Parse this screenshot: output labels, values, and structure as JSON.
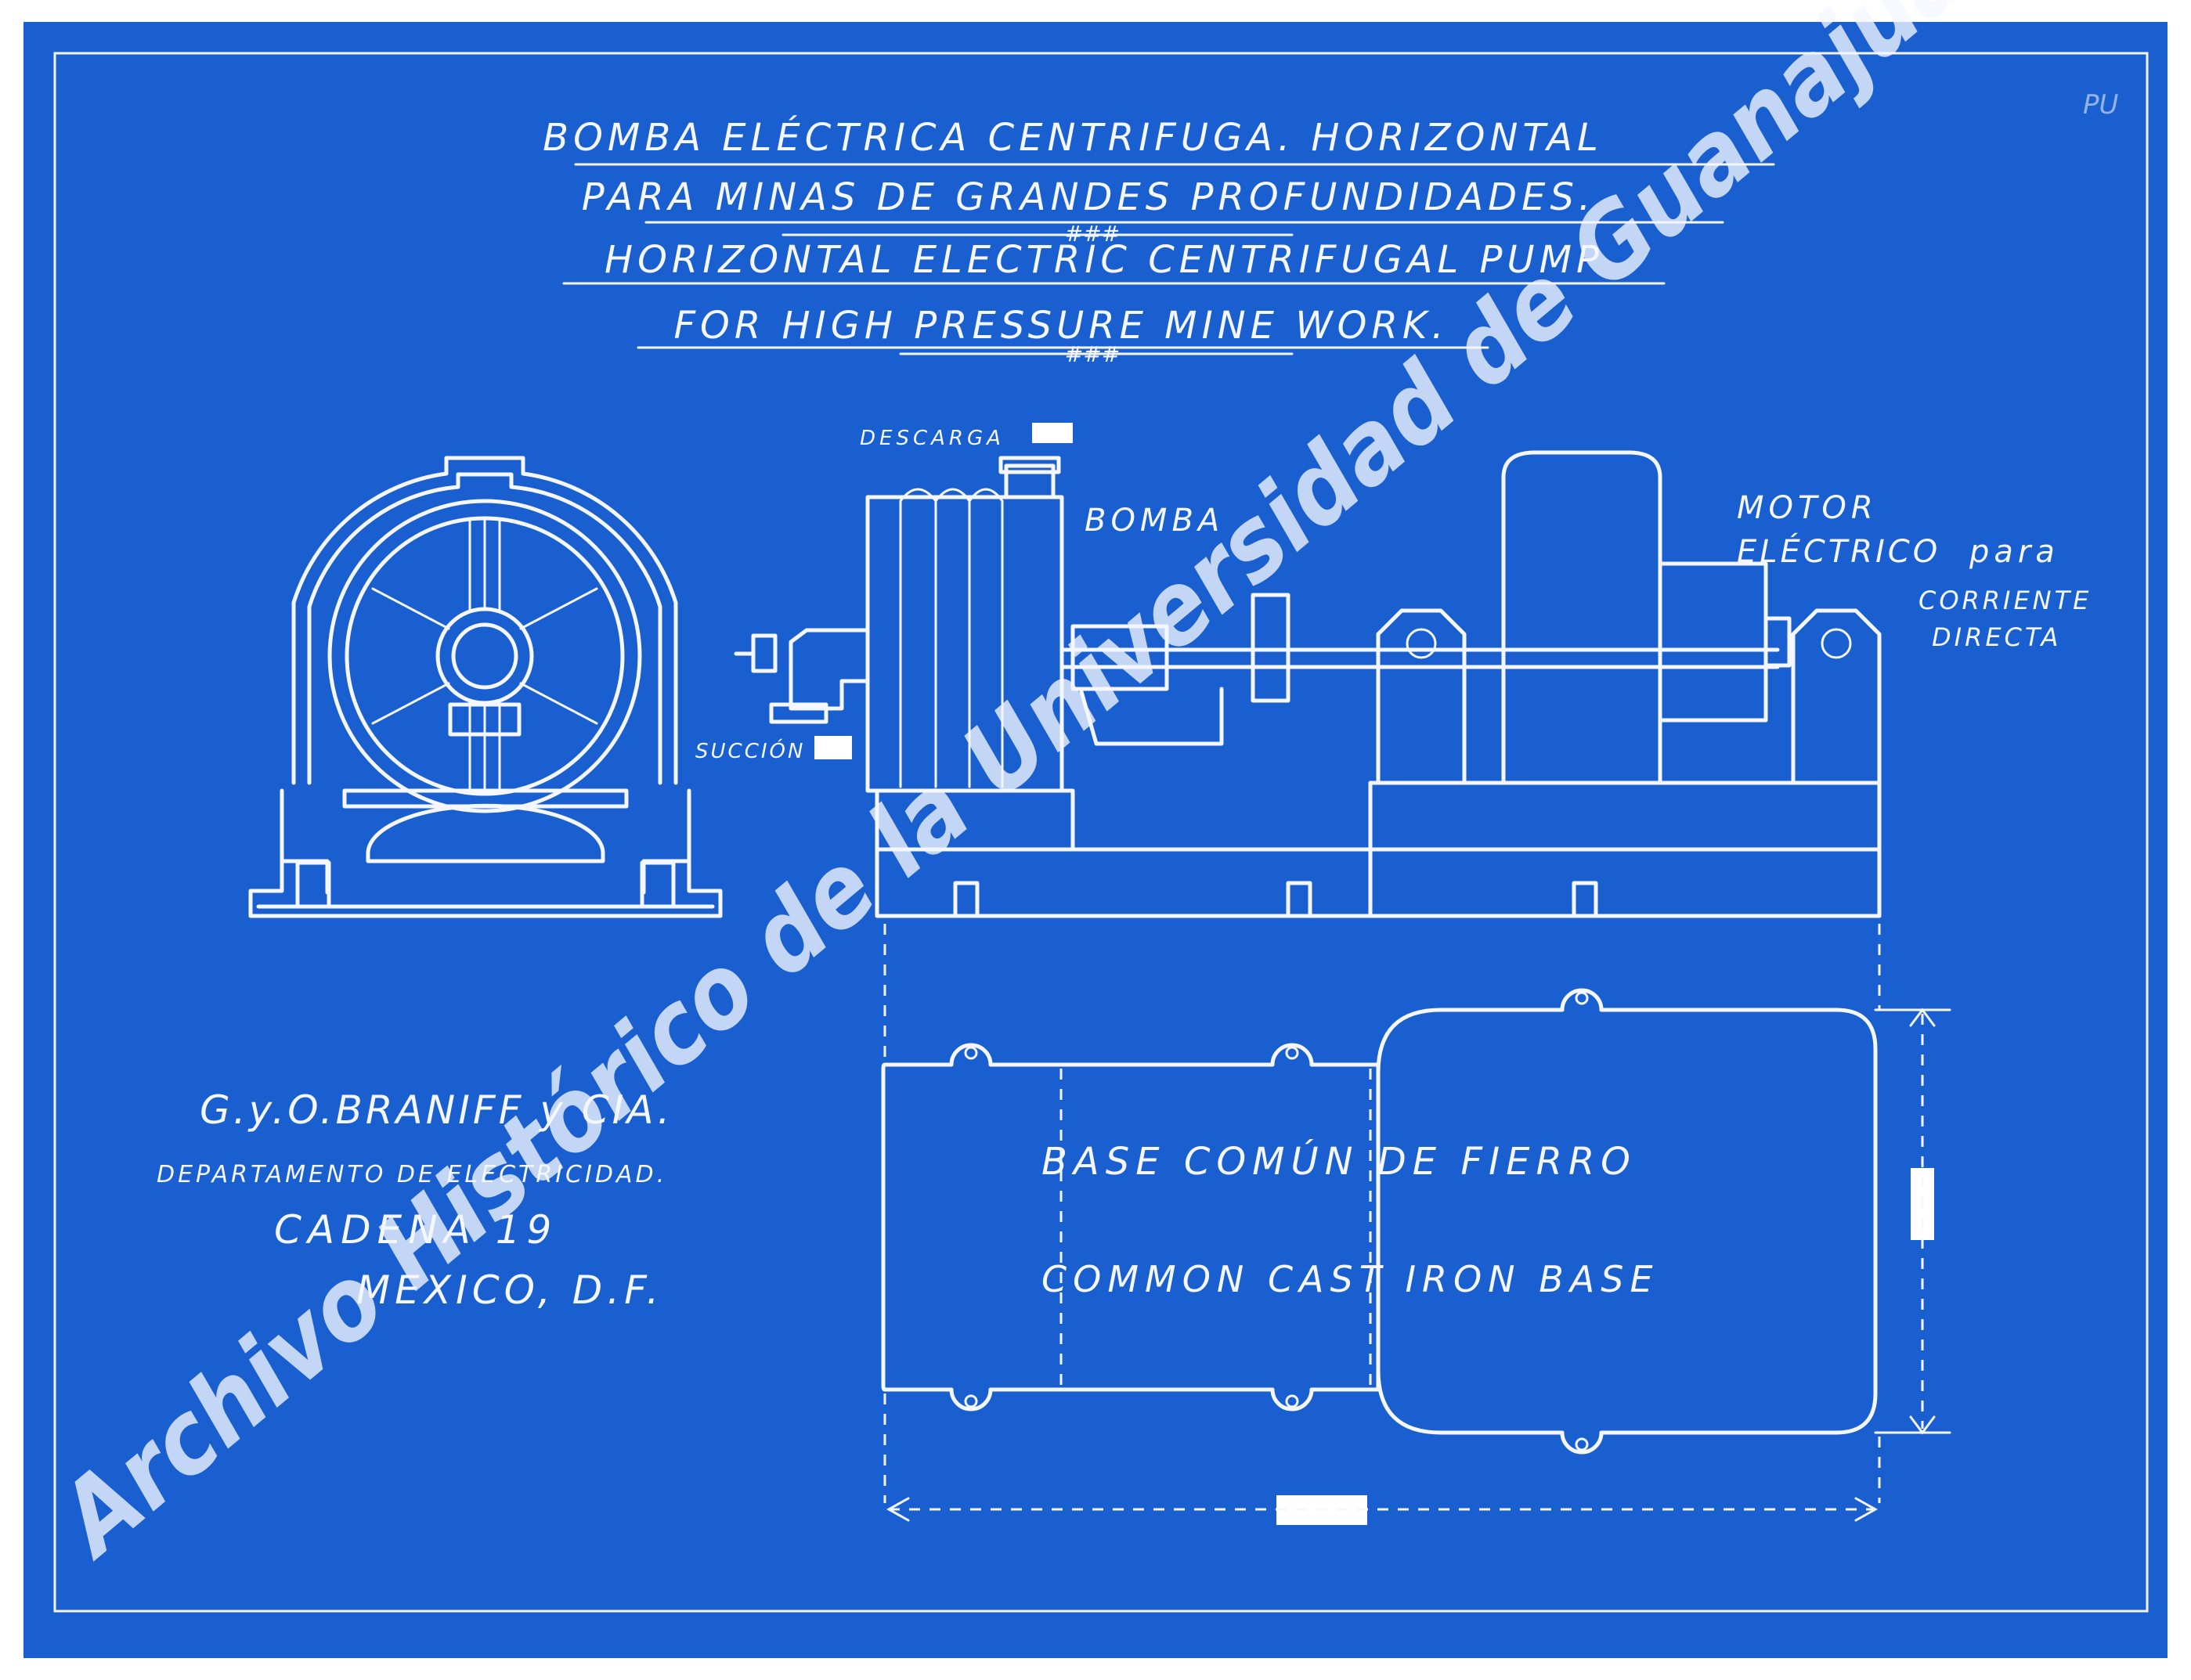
{
  "title": {
    "es_line1": "BOMBA ELÉCTRICA CENTRIFUGA. HORIZONTAL",
    "es_line2": "PARA MINAS DE GRANDES PROFUNDIDADES.",
    "en_line1": "HORIZONTAL ELECTRIC CENTRIFUGAL PUMP",
    "en_line2": "FOR HIGH PRESSURE MINE WORK.",
    "separator": "###"
  },
  "labels": {
    "descarga": "DESCARGA",
    "succion": "SUCCIÓN",
    "bomba": "BOMBA",
    "motor_line1": "MOTOR",
    "motor_line2": "ELÉCTRICO",
    "motor_para": "para",
    "corriente": "CORRIENTE",
    "directa": "DIRECTA",
    "base_es": "BASE COMÚN DE FIERRO",
    "base_en": "COMMON CAST IRON BASE"
  },
  "maker": {
    "company": "G.y.O.BRANIFF y CIA.",
    "department": "DEPARTAMENTO DE ELECTRICIDAD.",
    "street": "CADENA 19",
    "city": "MEXICO, D.F."
  },
  "watermark": "Archivo Histórico de la Universidad de Guanajuato",
  "corner_mark": "PU",
  "colors": {
    "blueprint": "#1a5fd0",
    "lines": "#f4f7ff",
    "watermark": "#123f86"
  }
}
